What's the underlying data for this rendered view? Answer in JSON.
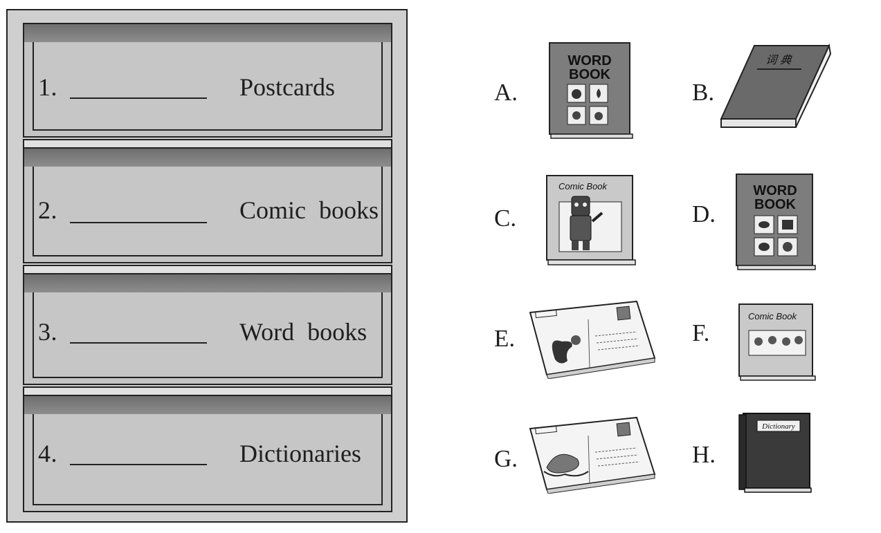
{
  "shelf": {
    "rows": [
      {
        "number": "1.",
        "category": "Postcards"
      },
      {
        "number": "2.",
        "category": "Comic  books"
      },
      {
        "number": "3.",
        "category": "Word  books"
      },
      {
        "number": "4.",
        "category": "Dictionaries"
      }
    ]
  },
  "options": [
    {
      "letter": "A.",
      "icon": "word-book-icon",
      "cover_title_1": "WORD",
      "cover_title_2": "BOOK"
    },
    {
      "letter": "B.",
      "icon": "chinese-dictionary-icon",
      "cover_title": "词 典"
    },
    {
      "letter": "C.",
      "icon": "comic-book-icon",
      "cover_title": "Comic Book"
    },
    {
      "letter": "D.",
      "icon": "word-book-icon",
      "cover_title_1": "WORD",
      "cover_title_2": "BOOK"
    },
    {
      "letter": "E.",
      "icon": "postcard-squirrel-icon"
    },
    {
      "letter": "F.",
      "icon": "comic-book-icon",
      "cover_title": "Comic Book"
    },
    {
      "letter": "G.",
      "icon": "postcard-whale-icon"
    },
    {
      "letter": "H.",
      "icon": "dictionary-icon",
      "cover_title": "Dictionary"
    }
  ]
}
